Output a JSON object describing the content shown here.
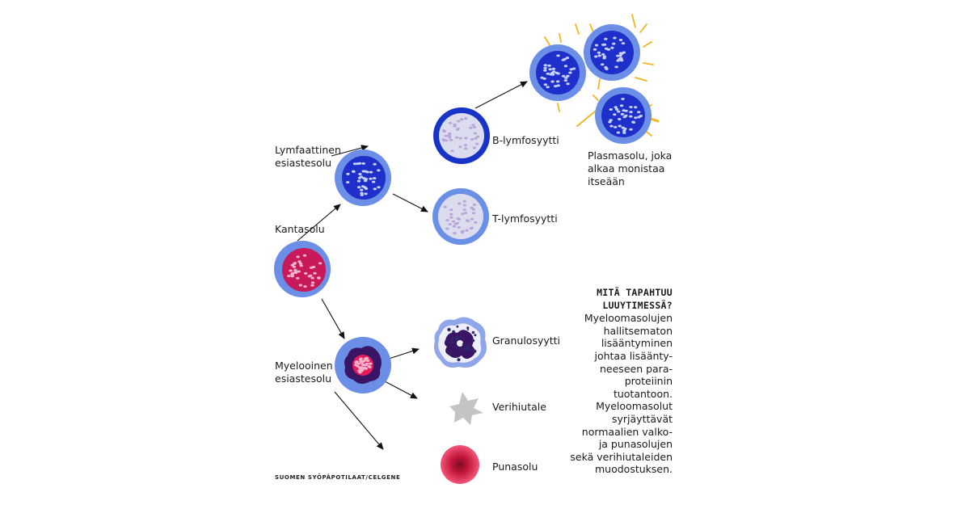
{
  "labels": {
    "lymph_progenitor": "Lymfaattinen\nesiastesolu",
    "stem_cell": "Kantasolu",
    "myeloid_progenitor": "Myelooinen\nesiastesolu",
    "b_lymphocyte": "B-lymfosyytti",
    "t_lymphocyte": "T-lymfosyytti",
    "plasma_cell": "Plasmasolu, joka\nalkaa monistaa\nitseään",
    "granulocyte": "Granulosyytti",
    "platelet": "Verihiutale",
    "red_cell": "Punasolu"
  },
  "sidebar": {
    "heading": "MITÄ TAPAHTUU\nLUUYTIMESSÄ?",
    "body": "Myeloomasolujen\nhallitsematon\nlisääntyminen\njohtaa lisäänty-\nneeseen para-\nproteiinin\ntuotantoon.\nMyeloomasolut\nsyrjäyttävät\nnormaalien valko-\nja punasolujen\nsekä verihiutaleiden\nmuodostuksen."
  },
  "credit": "SUOMEN SYÖPÄPOTILAAT/CELGENE",
  "colors": {
    "cell_membrane": "#6b8fe6",
    "nucleus_dark": "#1f2fc9",
    "nucleus_light": "#dcdcef",
    "stem_nucleus": "#c8195a",
    "platelet": "#c4c4c4",
    "red_cell": "#e0284f",
    "rays": "#f2b51e"
  }
}
